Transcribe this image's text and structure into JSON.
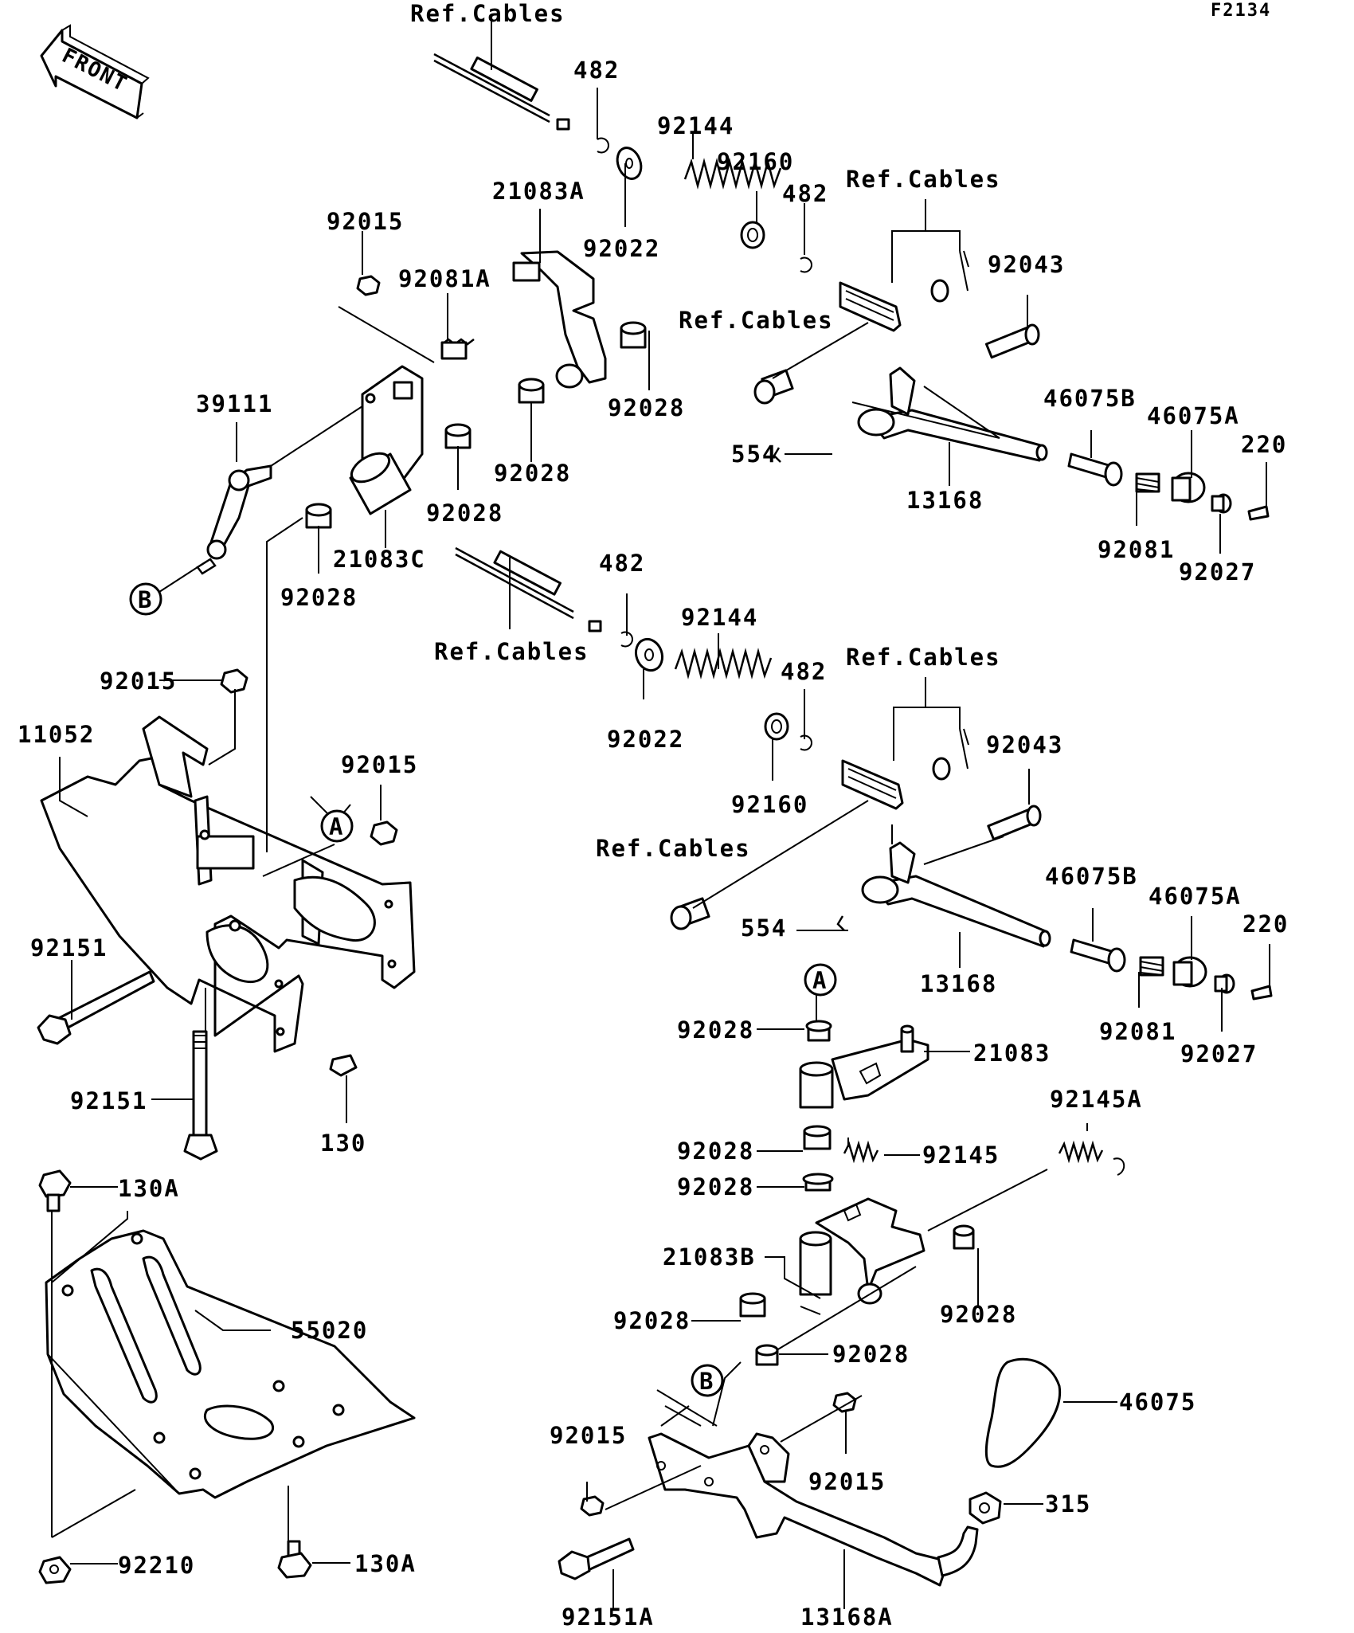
{
  "figure_code": "F2134",
  "front_arrow_label": "FRONT",
  "labels": {
    "ref_cables_1": "Ref.Cables",
    "ref_cables_2": "Ref.Cables",
    "ref_cables_3": "Ref.Cables",
    "ref_cables_4": "Ref.Cables",
    "ref_cables_5": "Ref.Cables",
    "ref_cables_6": "Ref.Cables",
    "p482_1": "482",
    "p482_2": "482",
    "p482_3": "482",
    "p482_4": "482",
    "p92144_1": "92144",
    "p92144_2": "92144",
    "p92160_1": "92160",
    "p92160_2": "92160",
    "p92022_1": "92022",
    "p92022_2": "92022",
    "p21083A": "21083A",
    "p92015_1": "92015",
    "p92015_2": "92015",
    "p92015_3": "92015",
    "p92015_4": "92015",
    "p92015_5": "92015",
    "p92081A": "92081A",
    "p92043_1": "92043",
    "p92043_2": "92043",
    "p92028_1": "92028",
    "p92028_2": "92028",
    "p92028_3": "92028",
    "p92028_4": "92028",
    "p92028_5": "92028",
    "p92028_6": "92028",
    "p92028_7": "92028",
    "p92028_8": "92028",
    "p92028_9": "92028",
    "p92028_10": "92028",
    "p39111": "39111",
    "p21083C": "21083C",
    "p46075B_1": "46075B",
    "p46075B_2": "46075B",
    "p46075A_1": "46075A",
    "p46075A_2": "46075A",
    "p220_1": "220",
    "p220_2": "220",
    "p554_1": "554",
    "p554_2": "554",
    "p13168_1": "13168",
    "p13168_2": "13168",
    "p92081_1": "92081",
    "p92081_2": "92081",
    "p92027_1": "92027",
    "p92027_2": "92027",
    "p11052": "11052",
    "p92151_1": "92151",
    "p92151_2": "92151",
    "p130": "130",
    "p130A_1": "130A",
    "p130A_2": "130A",
    "p55020": "55020",
    "p92210": "92210",
    "p21083": "21083",
    "p92145A": "92145A",
    "p92145": "92145",
    "p21083B": "21083B",
    "p46075": "46075",
    "p315": "315",
    "p92151A": "92151A",
    "p13168A": "13168A",
    "ref_A_1": "A",
    "ref_A_2": "A",
    "ref_B_1": "B",
    "ref_B_2": "B"
  }
}
